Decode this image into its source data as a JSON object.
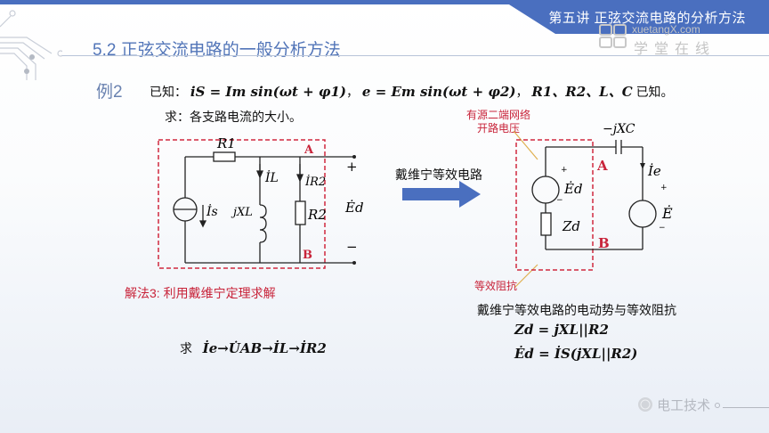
{
  "header": {
    "lecture_title": "第五讲  正弦交流电路的分析方法",
    "section_title": "5.2   正弦交流电路的一般分析方法",
    "watermark_url": "xuetangX.com",
    "watermark_cn": "学堂在线"
  },
  "problem": {
    "example_label": "例2",
    "known_prefix": "已知：",
    "known_formula_1": "iS = Im sin(ωt + φ1)",
    "known_formula_2": "e = Em sin(ωt + φ2)",
    "known_components": "R1、R2、L、C",
    "known_suffix": "已知。",
    "ask": "求：各支路电流的大小。"
  },
  "left_circuit": {
    "labels": {
      "R1": "R1",
      "IL": "İL",
      "IR2": "İR2",
      "jXL": "jXL",
      "R2": "R2",
      "Is": "İs",
      "A": "A",
      "B": "B",
      "plus": "+",
      "minus": "−",
      "Ed": "Ėd"
    }
  },
  "arrow": {
    "label": "戴维宁等效电路",
    "color": "#4a6fbf"
  },
  "right_circuit": {
    "note_top": [
      "有源二端网络",
      "开路电压"
    ],
    "note_bottom": "等效阻抗",
    "labels": {
      "jXC": "−jXC",
      "A": "A",
      "B": "B",
      "Ed": "Ėd",
      "Zd": "Zd",
      "Ie": "İe",
      "E": "Ė",
      "plus": "+",
      "minus": "−"
    }
  },
  "solution": {
    "method": "解法3:   利用戴维宁定理求解",
    "seek_prefix": "求",
    "seek_chain": "İe→U̇AB→İL→İR2",
    "thevenin_desc": "戴维宁等效电路的电动势与等效阻抗",
    "formula_zd": "Zd = jXL||R2",
    "formula_ed": "Ėd = İS(jXL||R2)"
  },
  "footer": {
    "brand": "电工技术"
  },
  "colors": {
    "accent": "#4a6fbf",
    "red": "#c8243a",
    "title_blue": "#5275b8"
  }
}
